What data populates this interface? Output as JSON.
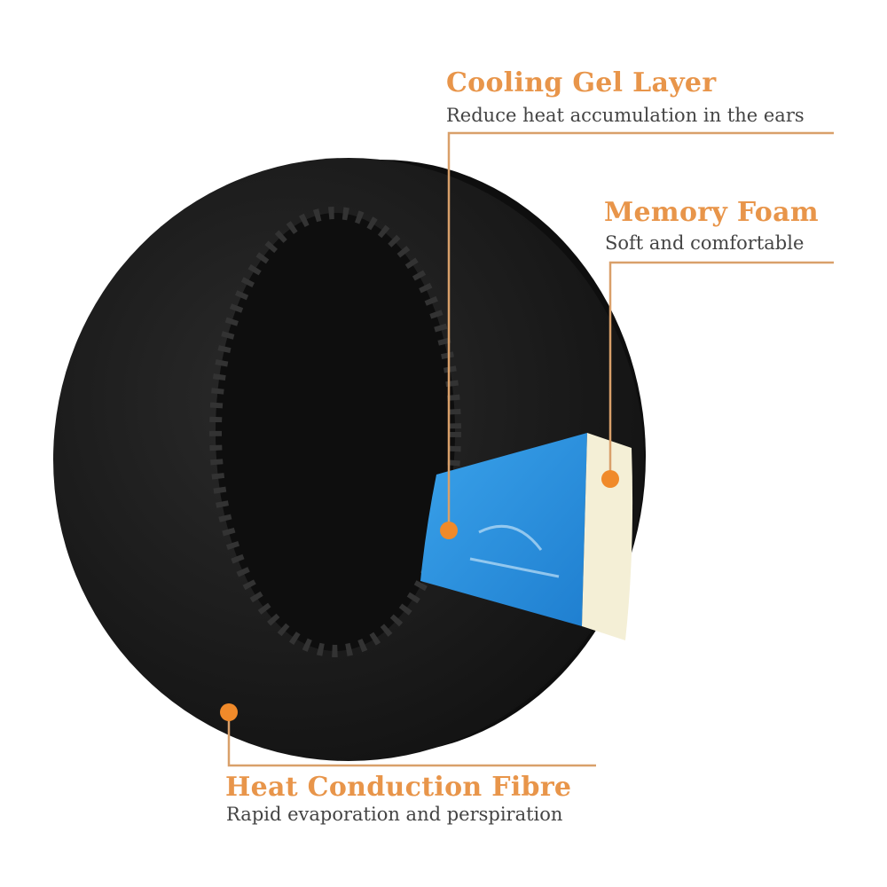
{
  "colors": {
    "accent": "#e8954a",
    "line": "#d9a06a",
    "dot": "#f08a2a",
    "text": "#444444",
    "pad": "#1c1c1c",
    "gel": "#2e94e0",
    "foam": "#f4efd6"
  },
  "callouts": {
    "cooling": {
      "title": "Cooling Gel Layer",
      "subtitle": "Reduce heat accumulation in the ears"
    },
    "memory": {
      "title": "Memory Foam",
      "subtitle": "Soft and comfortable"
    },
    "heat": {
      "title": "Heat Conduction Fibre",
      "subtitle": "Rapid evaporation and perspiration"
    }
  }
}
